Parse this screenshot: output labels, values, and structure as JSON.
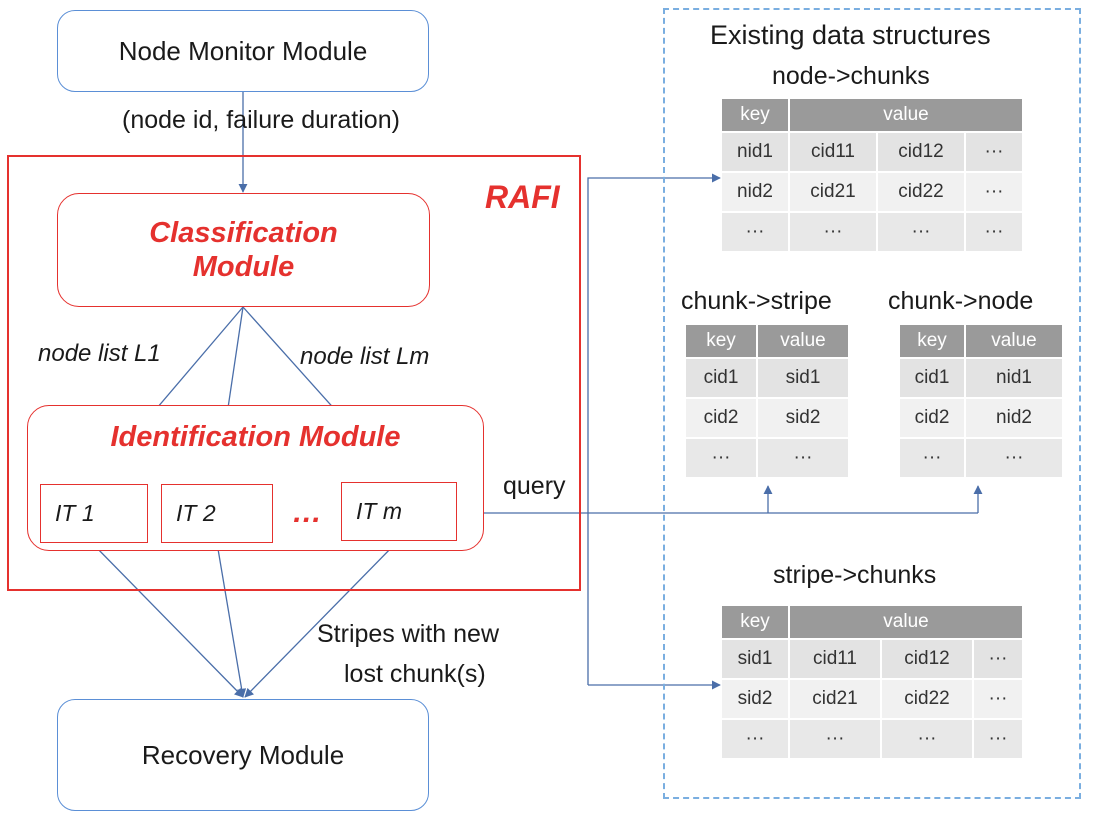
{
  "modules": {
    "node_monitor": "Node Monitor Module",
    "classification_line1": "Classification",
    "classification_line2": "Module",
    "identification": "Identification Module",
    "recovery": "Recovery Module",
    "rafi": "RAFI"
  },
  "iterators": [
    "IT 1",
    "IT 2",
    "IT m"
  ],
  "ellipsis": "…",
  "edge_labels": {
    "node_info": "(node id, failure  duration)",
    "list_first": "node list L1",
    "list_last": "node list Lm",
    "query": "query",
    "stripes_line1": "Stripes with new",
    "stripes_line2": "lost chunk(s)"
  },
  "structures": {
    "title": "Existing data structures",
    "node_chunks": {
      "title": "node->chunks",
      "header": [
        "key",
        "value"
      ],
      "rows": [
        [
          "nid1",
          "cid11",
          "cid12",
          "···"
        ],
        [
          "nid2",
          "cid21",
          "cid22",
          "···"
        ],
        [
          "···",
          "···",
          "···",
          "···"
        ]
      ]
    },
    "chunk_stripe": {
      "title": "chunk->stripe",
      "header": [
        "key",
        "value"
      ],
      "rows": [
        [
          "cid1",
          "sid1"
        ],
        [
          "cid2",
          "sid2"
        ],
        [
          "···",
          "···"
        ]
      ]
    },
    "chunk_node": {
      "title": "chunk->node",
      "header": [
        "key",
        "value"
      ],
      "rows": [
        [
          "cid1",
          "nid1"
        ],
        [
          "cid2",
          "nid2"
        ],
        [
          "···",
          "···"
        ]
      ]
    },
    "stripe_chunks": {
      "title": "stripe->chunks",
      "header": [
        "key",
        "value"
      ],
      "rows": [
        [
          "sid1",
          "cid11",
          "cid12",
          "···"
        ],
        [
          "sid2",
          "cid21",
          "cid22",
          "···"
        ],
        [
          "···",
          "···",
          "···",
          "···"
        ]
      ]
    }
  },
  "colors": {
    "blue": "#5b8fd6",
    "red": "#e5312e",
    "arrow": "#4a6ea9",
    "dashed": "#7aaee0"
  }
}
